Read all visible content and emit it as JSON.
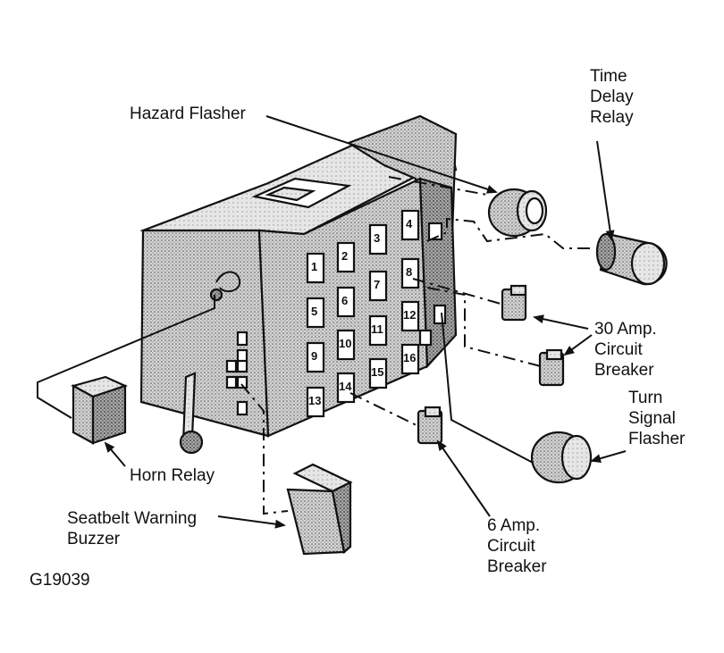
{
  "labels": {
    "hazard_flasher": "Hazard Flasher",
    "time_delay_relay": [
      "Time",
      "Delay",
      "Relay"
    ],
    "amp30_breaker": [
      "30 Amp.",
      "Circuit",
      "Breaker"
    ],
    "turn_signal_flasher": [
      "Turn",
      "Signal",
      "Flasher"
    ],
    "horn_relay": "Horn Relay",
    "seatbelt_buzzer": [
      "Seatbelt Warning",
      "Buzzer"
    ],
    "amp6_breaker": [
      "6 Amp.",
      "Circuit",
      "Breaker"
    ],
    "figure_id": "G19039"
  },
  "fuses": [
    "1",
    "2",
    "3",
    "4",
    "5",
    "6",
    "7",
    "8",
    "9",
    "10",
    "11",
    "12",
    "13",
    "14",
    "15",
    "16"
  ],
  "colors": {
    "ink": "#111111",
    "shade": "#bdbdbd",
    "paper": "#ffffff"
  }
}
